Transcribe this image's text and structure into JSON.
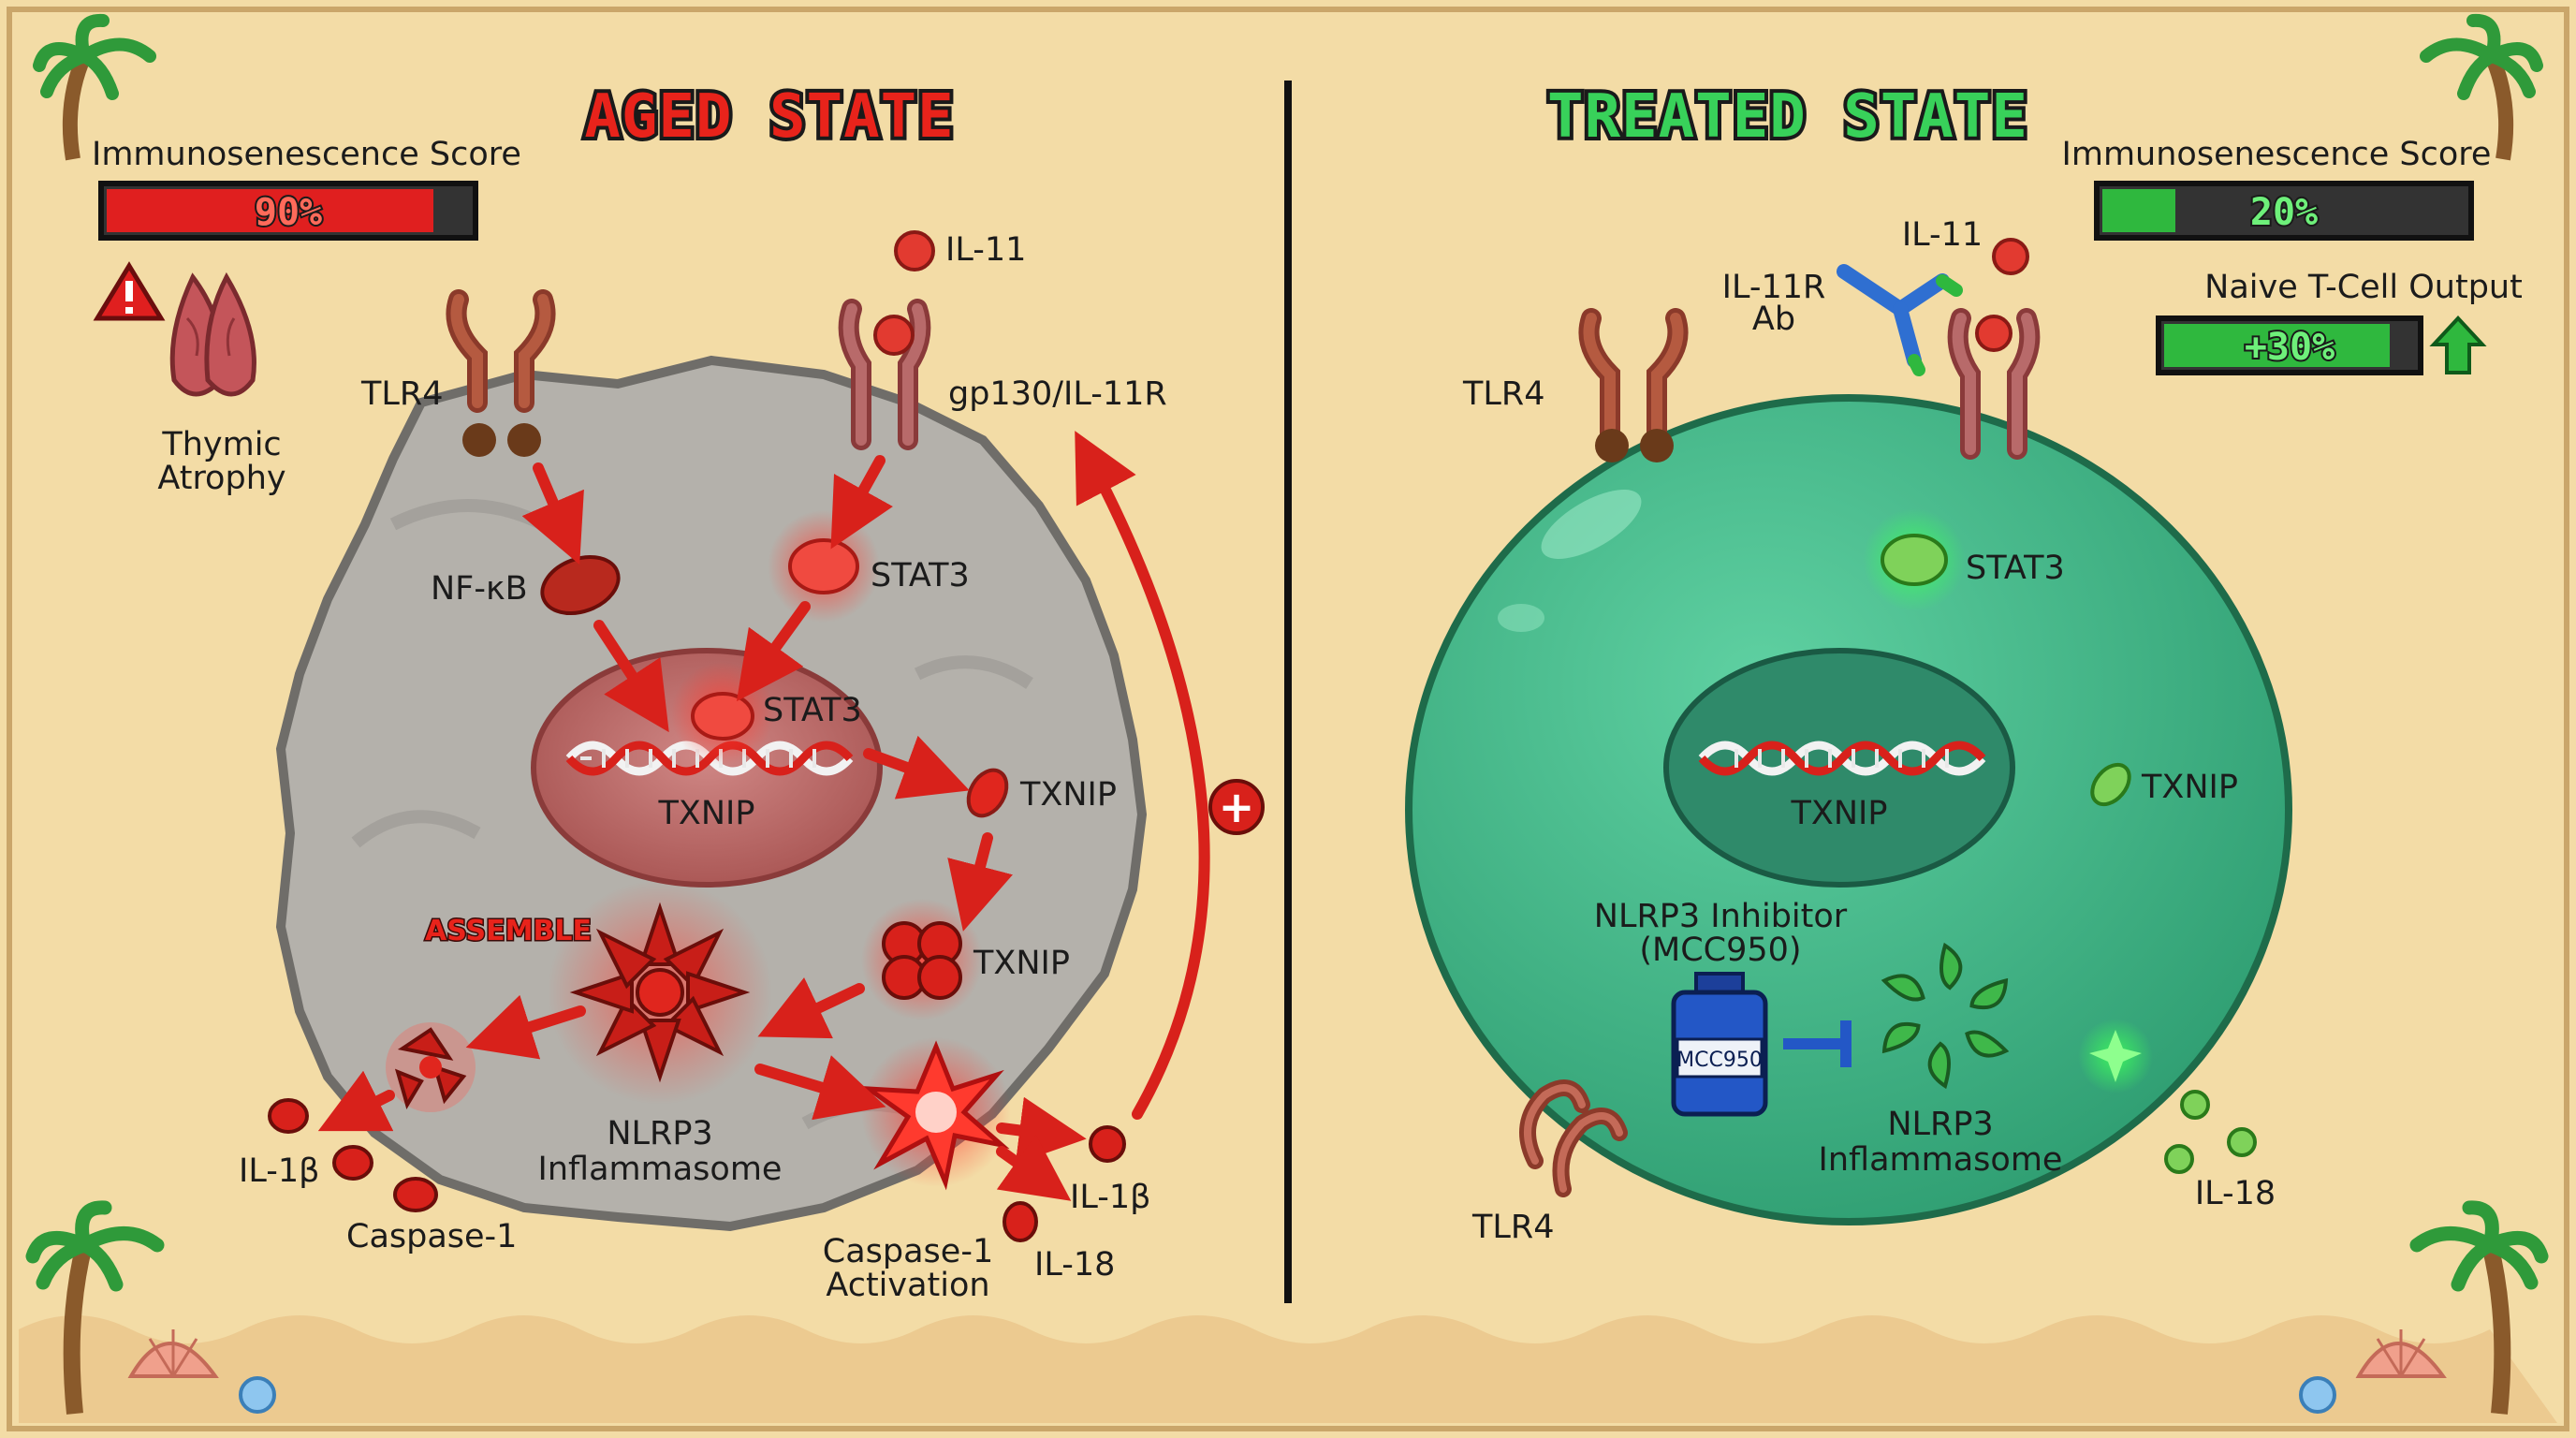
{
  "colors": {
    "parchment": "#f3dca6",
    "aged_red": "#d8211b",
    "treated_green": "#2fb83e",
    "aged_cell": "#b4b1ab",
    "treated_cell": "#46b989",
    "inhibitor_blue": "#2357c6"
  },
  "aged": {
    "title": "AGED STATE",
    "score_label": "Immunosenescence Score",
    "score_text": "90%",
    "score_value": 0.9,
    "thymic_label_1": "Thymic",
    "thymic_label_2": "Atrophy",
    "warning_icon": "warning-triangle-icon",
    "tlr4": "TLR4",
    "il11": "IL-11",
    "gp130": "gp130/IL-11R",
    "nfkb": "NF-κB",
    "stat3_cyto": "STAT3",
    "stat3_nucleus": "STAT3",
    "txnip_gene": "TXNIP",
    "txnip_1": "TXNIP",
    "txnip_2": "TXNIP",
    "assemble": "ASSEMBLE",
    "nlrp3_1": "NLRP3",
    "nlrp3_2": "Inflammasome",
    "il1b_left": "IL-1β",
    "caspase_left": "Caspase-1",
    "caspase_act_1": "Caspase-1",
    "caspase_act_2": "Activation",
    "il1b_right": "IL-1β",
    "il18": "IL-18",
    "feedback_symbol": "+"
  },
  "treated": {
    "title": "TREATED STATE",
    "score_label": "Immunosenescence Score",
    "score_text": "20%",
    "score_value": 0.2,
    "naive_label": "Naive T-Cell Output",
    "naive_text": "+30%",
    "naive_value": 0.3,
    "arrow_icon": "up-arrow-icon",
    "il11": "IL-11",
    "il11r_ab_1": "IL-11R",
    "il11r_ab_2": "Ab",
    "tlr4_top": "TLR4",
    "tlr4_bottom": "TLR4",
    "stat3": "STAT3",
    "txnip_gene": "TXNIP",
    "txnip": "TXNIP",
    "inhibitor_1": "NLRP3 Inhibitor",
    "inhibitor_2": "(MCC950)",
    "bottle_label": "MCC950",
    "nlrp3_1": "NLRP3",
    "nlrp3_2": "Inflammasome",
    "il18": "IL-18"
  }
}
